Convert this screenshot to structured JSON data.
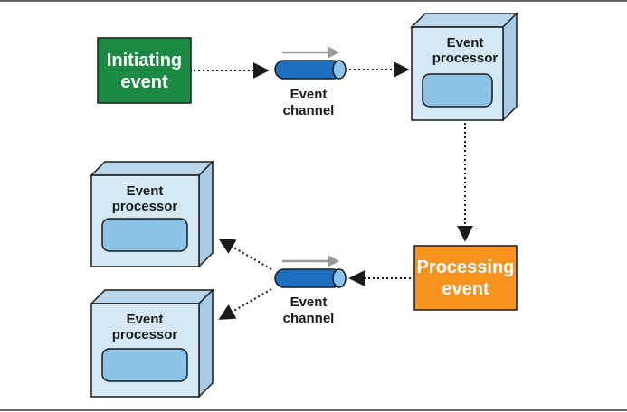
{
  "initiating_event": {
    "line1": "Initiating",
    "line2": "event",
    "fill": "#1c8a43"
  },
  "processing_event": {
    "line1": "Processing",
    "line2": "event",
    "fill": "#f7931e"
  },
  "event_processor_top": {
    "line1": "Event",
    "line2": "processor"
  },
  "event_processor_left_top": {
    "line1": "Event",
    "line2": "processor"
  },
  "event_processor_left_bottom": {
    "line1": "Event",
    "line2": "processor"
  },
  "event_channel_top": {
    "line1": "Event",
    "line2": "channel"
  },
  "event_channel_bottom": {
    "line1": "Event",
    "line2": "channel"
  },
  "colors": {
    "processor_face": "#d5e8f5",
    "processor_inner": "#8cc2e6",
    "processor_stroke": "#1a1a1a",
    "channel_body": "#1f6fc0",
    "channel_cap": "#8ec3ea",
    "flow_arrow": "#9a9a9a",
    "connector": "#1a1a1a",
    "frame_line": "#333333"
  }
}
